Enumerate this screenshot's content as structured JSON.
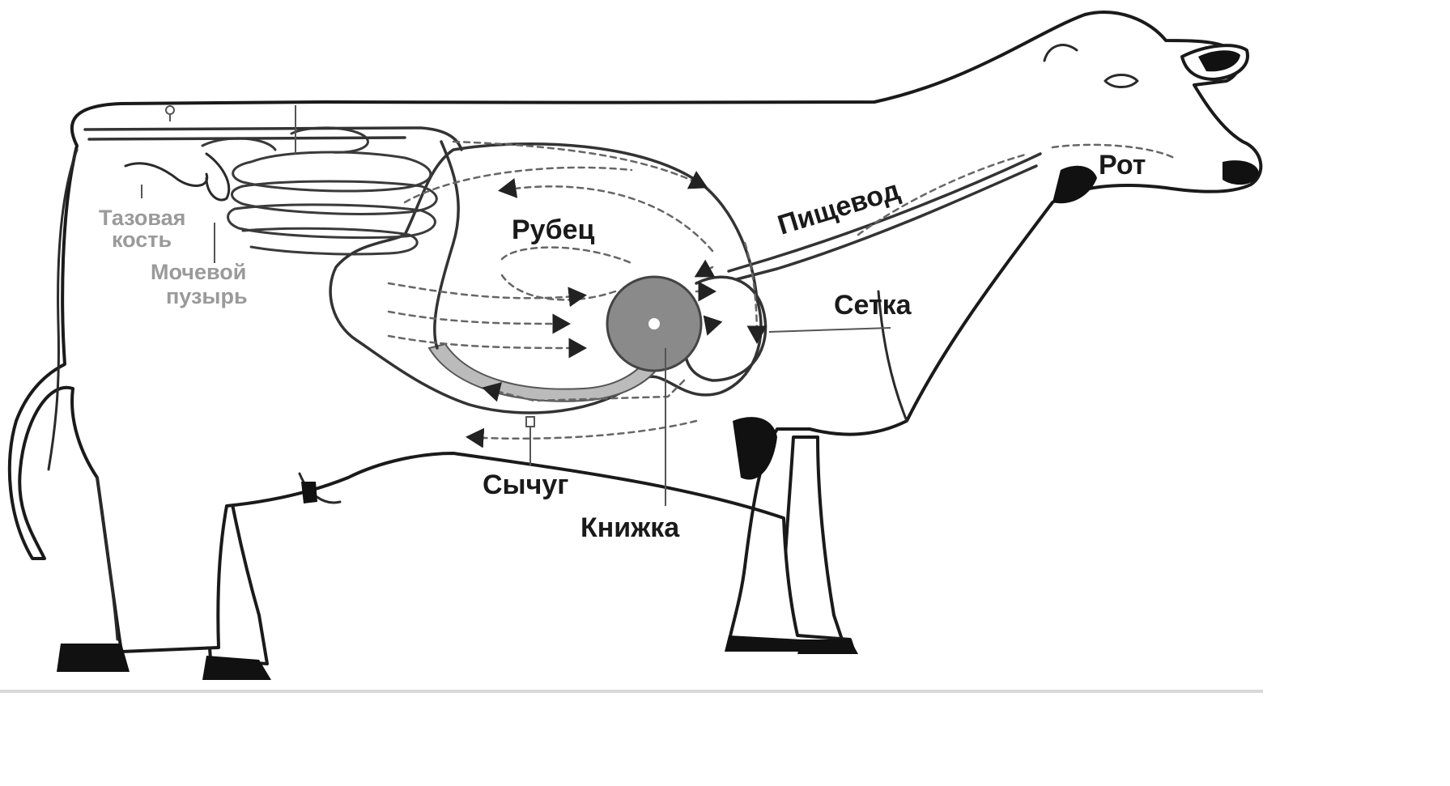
{
  "diagram": {
    "labels": {
      "mouth": "Рот",
      "esophagus": "Пищевод",
      "rumen": "Рубец",
      "reticulum": "Сетка",
      "abomasum": "Сычуг",
      "omasum": "Книжка",
      "pelvic_bone_line1": "Тазовая",
      "pelvic_bone_line2": "кость",
      "bladder_line1": "Мочевой",
      "bladder_line2": "пузырь"
    }
  }
}
